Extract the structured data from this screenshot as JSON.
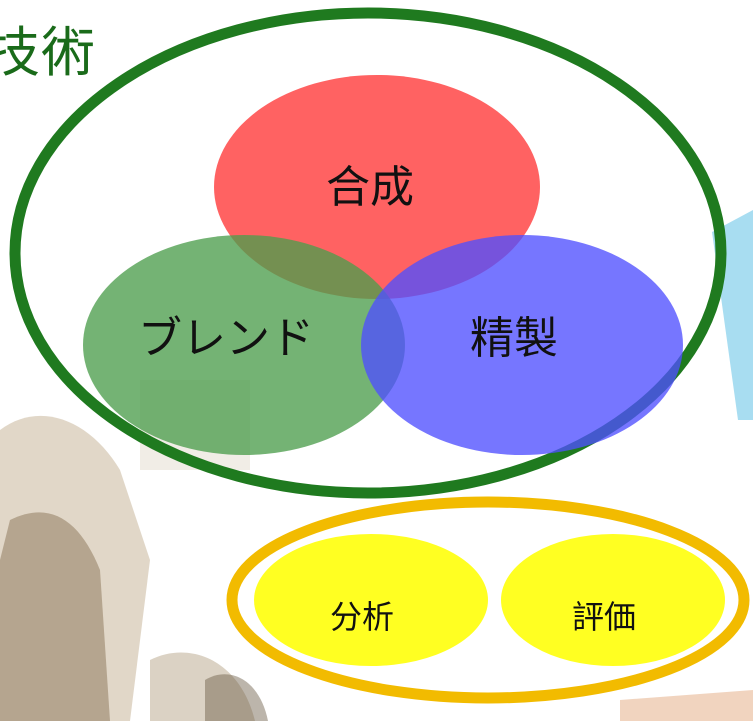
{
  "title": "技術",
  "venn": {
    "items": [
      {
        "label": "合成",
        "color": "#ff5a5a"
      },
      {
        "label": "ブレンド",
        "color": "#4d9e4d"
      },
      {
        "label": "精製",
        "color": "#5050ff"
      }
    ],
    "outline_color": "#1f7a1f"
  },
  "support": {
    "items": [
      {
        "label": "分析",
        "color": "#ffff22"
      },
      {
        "label": "評価",
        "color": "#ffff22"
      }
    ],
    "outline_color": "#f2bb00"
  },
  "colors": {
    "title_text": "#1a6b1a",
    "background_photo": "#c9b79a",
    "accent_arrow": "#9fd9f0"
  }
}
